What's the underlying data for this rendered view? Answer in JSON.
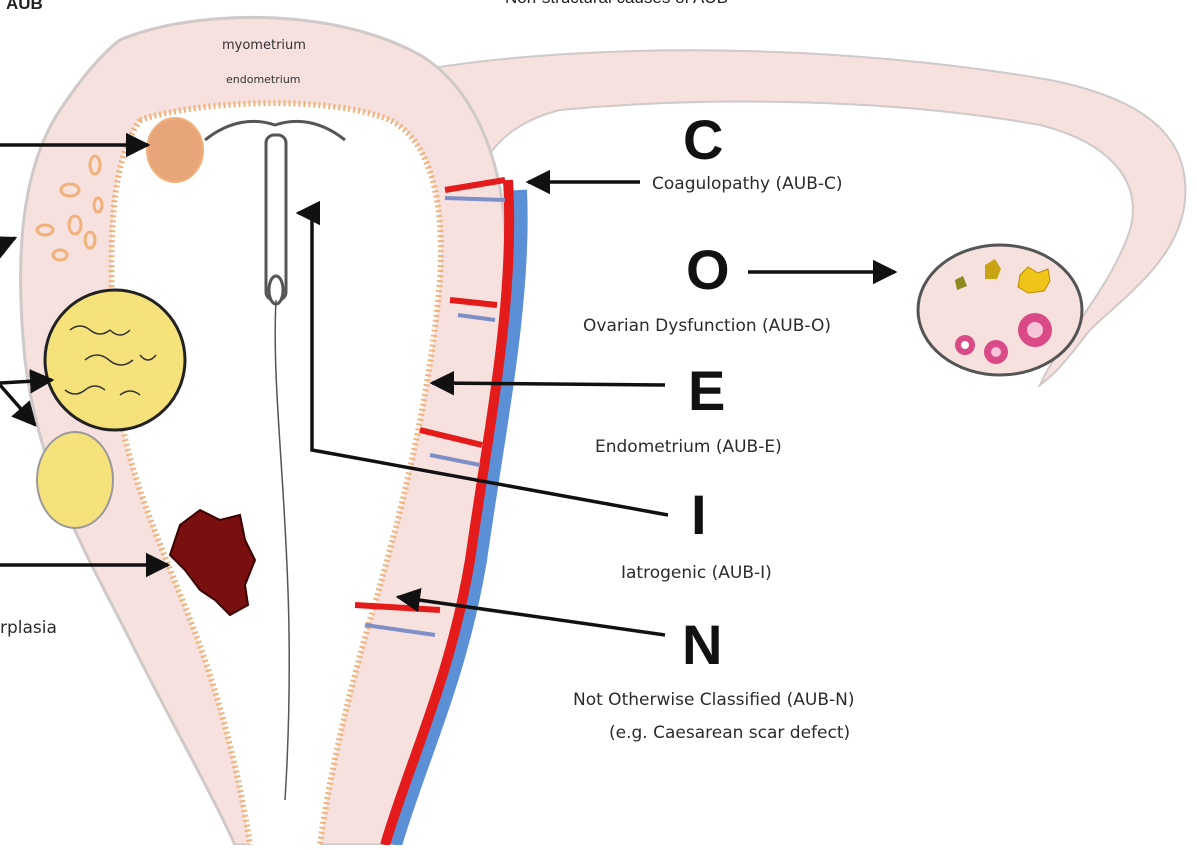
{
  "header": {
    "left_title": "AUB",
    "center_title": "Non-structural causes of AUB"
  },
  "anatomy_labels": {
    "myometrium": "myometrium",
    "endometrium": "endometrium",
    "left_partial_label": "rplasia"
  },
  "causes": [
    {
      "letter": "C",
      "label": "Coagulopathy  (AUB-C)"
    },
    {
      "letter": "O",
      "label": "Ovarian Dysfunction (AUB-O)"
    },
    {
      "letter": "E",
      "label": "Endometrium (AUB-E)"
    },
    {
      "letter": "I",
      "label": "Iatrogenic (AUB-I)"
    },
    {
      "letter": "N",
      "label": "Not Otherwise Classified (AUB-N)",
      "sublabel": "(e.g. Caesarean scar defect)"
    }
  ],
  "colors": {
    "uterus_fill": "#f6e1df",
    "uterus_stroke": "#cfc9c8",
    "endometrium_dots": "#f0b27a",
    "artery": "#e31b1b",
    "vein": "#5b8fd6",
    "fibroid": "#f6e27a",
    "polyp": "#e8a57a",
    "malignancy": "#7a0f0f",
    "ovary_fill": "#f6e1df",
    "follicle": "#d94a86",
    "corpus": "#f0c419"
  }
}
